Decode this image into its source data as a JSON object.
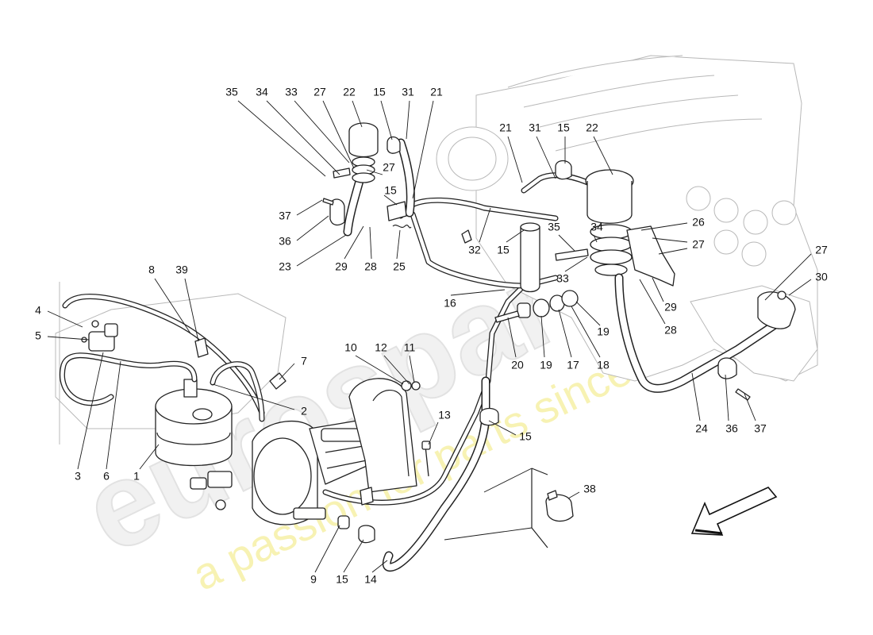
{
  "watermark": {
    "logo_text": "eurospares",
    "tagline": "a passion for parts since 1985",
    "tagline_color": "#f3ea8c"
  },
  "callouts": [
    {
      "id": "c35a",
      "text": "35"
    },
    {
      "id": "c34a",
      "text": "34"
    },
    {
      "id": "c33a",
      "text": "33"
    },
    {
      "id": "c27a",
      "text": "27"
    },
    {
      "id": "c22a",
      "text": "22"
    },
    {
      "id": "c15a",
      "text": "15"
    },
    {
      "id": "c31a",
      "text": "31"
    },
    {
      "id": "c21a",
      "text": "21"
    },
    {
      "id": "c27b",
      "text": "27"
    },
    {
      "id": "c15b",
      "text": "15"
    },
    {
      "id": "c37a",
      "text": "37"
    },
    {
      "id": "c36a",
      "text": "36"
    },
    {
      "id": "c23",
      "text": "23"
    },
    {
      "id": "c29a",
      "text": "29"
    },
    {
      "id": "c28a",
      "text": "28"
    },
    {
      "id": "c25",
      "text": "25"
    },
    {
      "id": "c21b",
      "text": "21"
    },
    {
      "id": "c31b",
      "text": "31"
    },
    {
      "id": "c15c",
      "text": "15"
    },
    {
      "id": "c22b",
      "text": "22"
    },
    {
      "id": "c26",
      "text": "26"
    },
    {
      "id": "c27c",
      "text": "27"
    },
    {
      "id": "c32",
      "text": "32"
    },
    {
      "id": "c15d",
      "text": "15"
    },
    {
      "id": "c35b",
      "text": "35"
    },
    {
      "id": "c34b",
      "text": "34"
    },
    {
      "id": "c33b",
      "text": "33"
    },
    {
      "id": "c27d",
      "text": "27"
    },
    {
      "id": "c30",
      "text": "30"
    },
    {
      "id": "c29b",
      "text": "29"
    },
    {
      "id": "c28b",
      "text": "28"
    },
    {
      "id": "c19a",
      "text": "19"
    },
    {
      "id": "c16",
      "text": "16"
    },
    {
      "id": "c8",
      "text": "8"
    },
    {
      "id": "c39",
      "text": "39"
    },
    {
      "id": "c4",
      "text": "4"
    },
    {
      "id": "c5",
      "text": "5"
    },
    {
      "id": "c20",
      "text": "20"
    },
    {
      "id": "c19b",
      "text": "19"
    },
    {
      "id": "c17",
      "text": "17"
    },
    {
      "id": "c18",
      "text": "18"
    },
    {
      "id": "c10",
      "text": "10"
    },
    {
      "id": "c12",
      "text": "12"
    },
    {
      "id": "c11",
      "text": "11"
    },
    {
      "id": "c7",
      "text": "7"
    },
    {
      "id": "c2",
      "text": "2"
    },
    {
      "id": "c13",
      "text": "13"
    },
    {
      "id": "c15e",
      "text": "15"
    },
    {
      "id": "c24",
      "text": "24"
    },
    {
      "id": "c36b",
      "text": "36"
    },
    {
      "id": "c37b",
      "text": "37"
    },
    {
      "id": "c3",
      "text": "3"
    },
    {
      "id": "c6",
      "text": "6"
    },
    {
      "id": "c1",
      "text": "1"
    },
    {
      "id": "c38",
      "text": "38"
    },
    {
      "id": "c9",
      "text": "9"
    },
    {
      "id": "c15f",
      "text": "15"
    },
    {
      "id": "c14",
      "text": "14"
    }
  ],
  "direction_icon": "front-direction-arrow-icon"
}
